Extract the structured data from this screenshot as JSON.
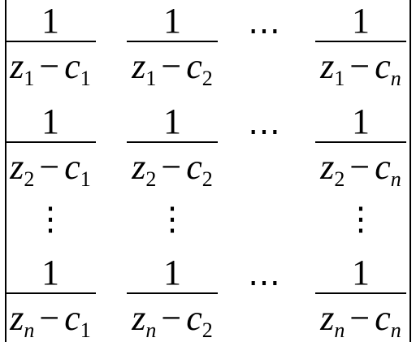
{
  "matrix": {
    "rows": [
      {
        "cells": [
          {
            "num": "1",
            "z": "z",
            "zsub": "1",
            "minus": "−",
            "c": "c",
            "csub": "1"
          },
          {
            "num": "1",
            "z": "z",
            "zsub": "1",
            "minus": "−",
            "c": "c",
            "csub": "2"
          },
          {
            "num": "1",
            "z": "z",
            "zsub": "1",
            "minus": "−",
            "c": "c",
            "csub": "n"
          }
        ],
        "dots": "⋯"
      },
      {
        "cells": [
          {
            "num": "1",
            "z": "z",
            "zsub": "2",
            "minus": "−",
            "c": "c",
            "csub": "1"
          },
          {
            "num": "1",
            "z": "z",
            "zsub": "2",
            "minus": "−",
            "c": "c",
            "csub": "2"
          },
          {
            "num": "1",
            "z": "z",
            "zsub": "2",
            "minus": "−",
            "c": "c",
            "csub": "n"
          }
        ],
        "dots": "⋯"
      },
      {
        "cells": [
          {
            "num": "1",
            "z": "z",
            "zsub": "n",
            "minus": "−",
            "c": "c",
            "csub": "1"
          },
          {
            "num": "1",
            "z": "z",
            "zsub": "n",
            "minus": "−",
            "c": "c",
            "csub": "2"
          },
          {
            "num": "1",
            "z": "z",
            "zsub": "n",
            "minus": "−",
            "c": "c",
            "csub": "n"
          }
        ],
        "dots": "⋯"
      }
    ],
    "vdots": "⋮"
  }
}
